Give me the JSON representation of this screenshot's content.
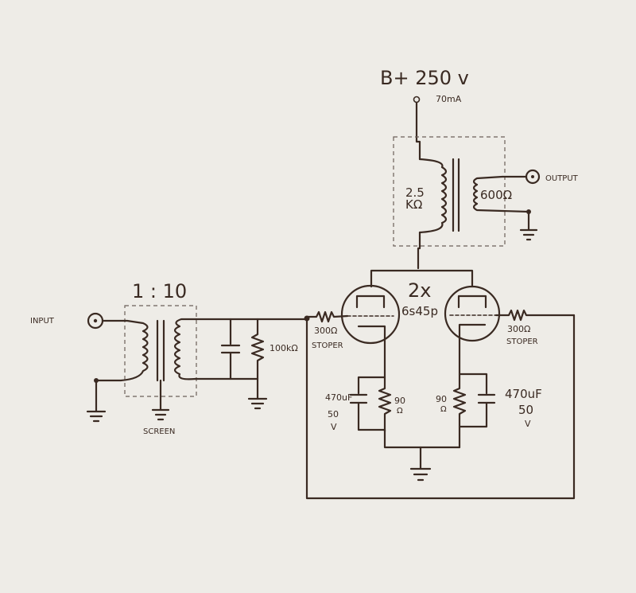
{
  "labels": {
    "supply": "B+ 250 v",
    "supply_current": "70mA",
    "output_label": "OUTPUT",
    "input_label": "INPUT",
    "screen_label": "SCREEN",
    "input_ratio": "1 : 10",
    "primary_top": "2.5",
    "primary_bottom": "KΩ",
    "secondary": "600Ω",
    "tube_count": "2x",
    "tube_type": "6s45p",
    "grid_res_value": "100kΩ",
    "stopper_left_value": "300Ω",
    "stopper_left_name": "STOPER",
    "stopper_right_value": "300Ω",
    "stopper_right_name": "STOPER",
    "cap_left_value": "470uF",
    "cap_left_voltage": "50",
    "cap_left_unit": "V",
    "res_left_value": "90",
    "res_left_unit": "Ω",
    "res_right_value": "90",
    "res_right_unit": "Ω",
    "cap_right_value": "470uF",
    "cap_right_voltage": "50",
    "cap_right_unit": "V"
  }
}
